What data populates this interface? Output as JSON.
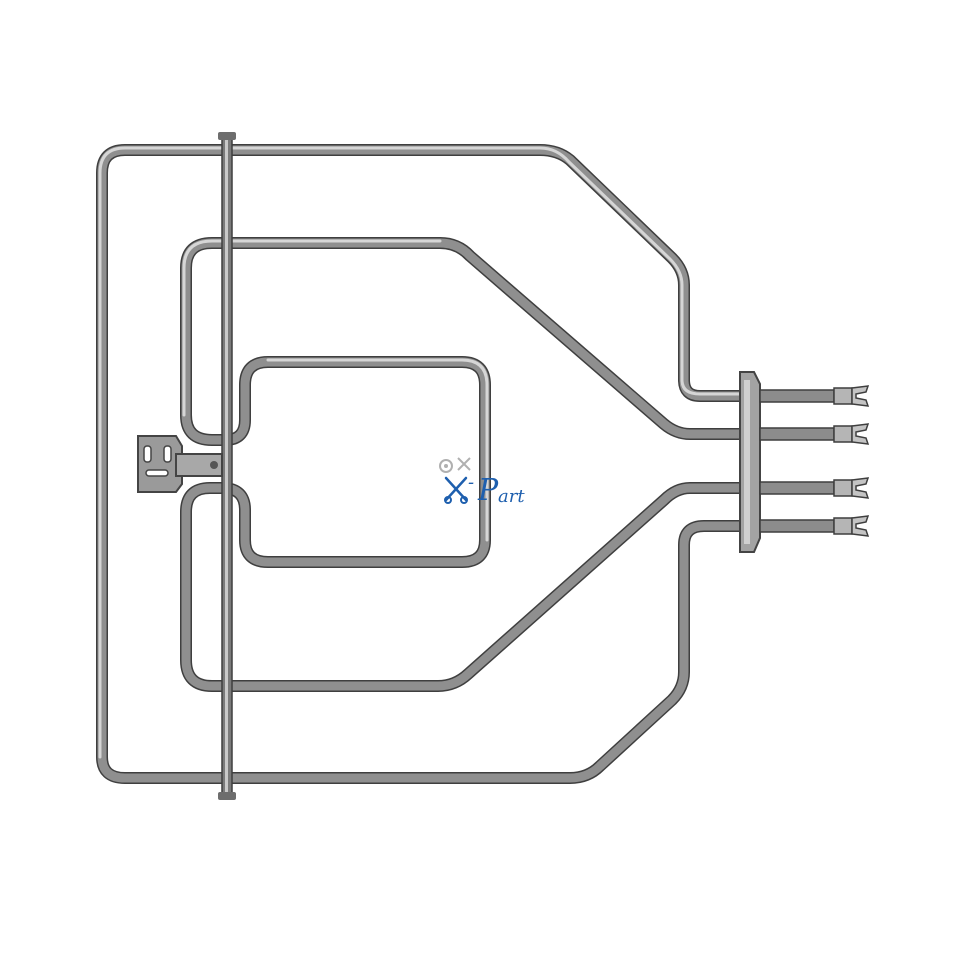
{
  "image": {
    "subject": "oven-grill-heating-element",
    "background_color": "#ffffff",
    "metal_color": "#8f8f8f"
  },
  "watermark": {
    "brand_x": "X",
    "brand_dash": "-",
    "brand_p": "P",
    "brand_rest": "art",
    "color": "#1e5fae"
  }
}
